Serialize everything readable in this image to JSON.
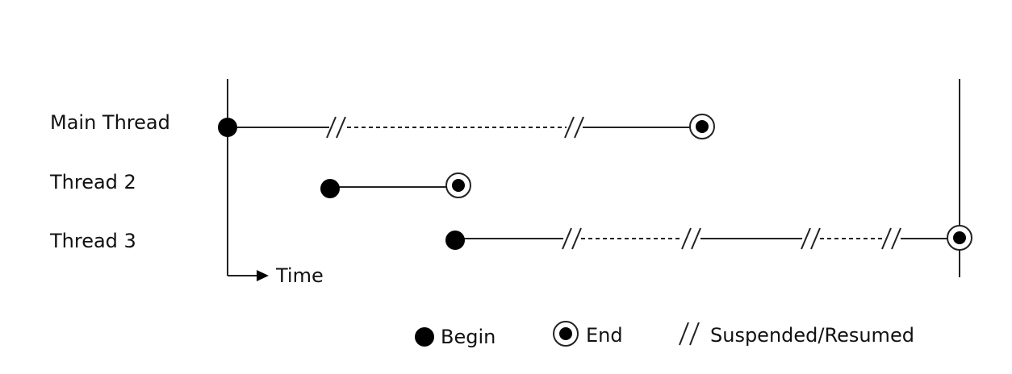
{
  "threads": [
    {
      "name": "Main Thread"
    },
    {
      "name": "Thread 2"
    },
    {
      "name": "Thread 3"
    }
  ],
  "time_axis": {
    "label": "Time"
  },
  "legend": {
    "begin_label": "Begin",
    "end_label": "End",
    "suspend_label": "Suspended/Resumed"
  },
  "colors": {
    "line": "#222222",
    "marker": "#000000",
    "background": "#ffffff"
  }
}
